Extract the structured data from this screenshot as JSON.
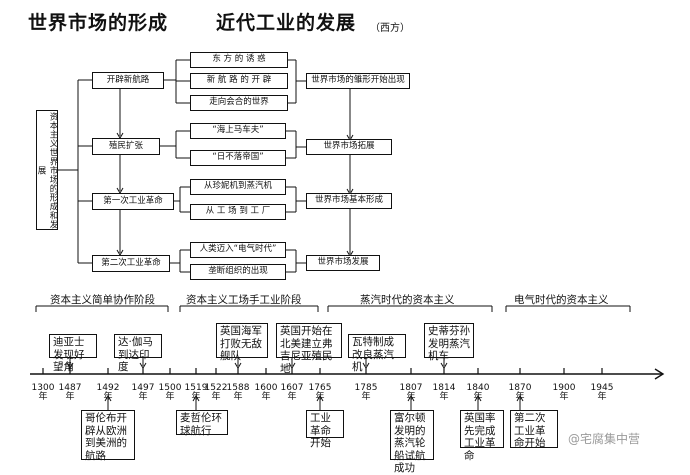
{
  "title": {
    "part1": "世界市场的形成",
    "part2": "近代工业的发展",
    "note": "（西方）"
  },
  "diagram": {
    "root": "资本主义世界市场的形成和发展",
    "stages": [
      {
        "label": "开辟新航路",
        "causes": [
          "东 方 的 诱 惑",
          "新 航 路 的 开 辟",
          "走向会合的世界"
        ],
        "result": "世界市场的雏形开始出现"
      },
      {
        "label": "殖民扩张",
        "causes": [
          "“海上马车夫”",
          "“日不落帝国”"
        ],
        "result": "世界市场拓展"
      },
      {
        "label": "第一次工业革命",
        "causes": [
          "从珍妮机到蒸汽机",
          "从 工 场 到 工 厂"
        ],
        "result": "世界市场基本形成"
      },
      {
        "label": "第二次工业革命",
        "causes": [
          "人类迈入“电气时代”",
          "垄断组织的出现"
        ],
        "result": "世界市场发展"
      }
    ]
  },
  "timeline": {
    "eras": [
      "资本主义简单协作阶段",
      "资本主义工场手工业阶段",
      "蒸汽时代的资本主义",
      "电气时代的资本主义"
    ],
    "year_suffix": "年",
    "years": [
      "1300",
      "1487",
      "1492",
      "1497",
      "1500",
      "1519",
      "1522",
      "1588",
      "1600",
      "1607",
      "1765",
      "1785",
      "1807",
      "1814",
      "1840",
      "1870",
      "1900",
      "1945"
    ],
    "events_above": [
      "迪亚士发现好望角",
      "达·伽马到达印度",
      "英国海军打败无敌舰队",
      "英国开始在北美建立弗吉尼亚殖民地",
      "瓦特制成改良蒸汽机",
      "史蒂芬孙发明蒸汽机车"
    ],
    "events_below": [
      "哥伦布开辟从欧洲到美洲的航路",
      "麦哲伦环球航行",
      "工业革命开始",
      "富尔顿发明的蒸汽轮船试航成功",
      "英国率先完成工业革命",
      "第二次工业革命开始"
    ]
  },
  "watermark": "@宅腐集中营"
}
